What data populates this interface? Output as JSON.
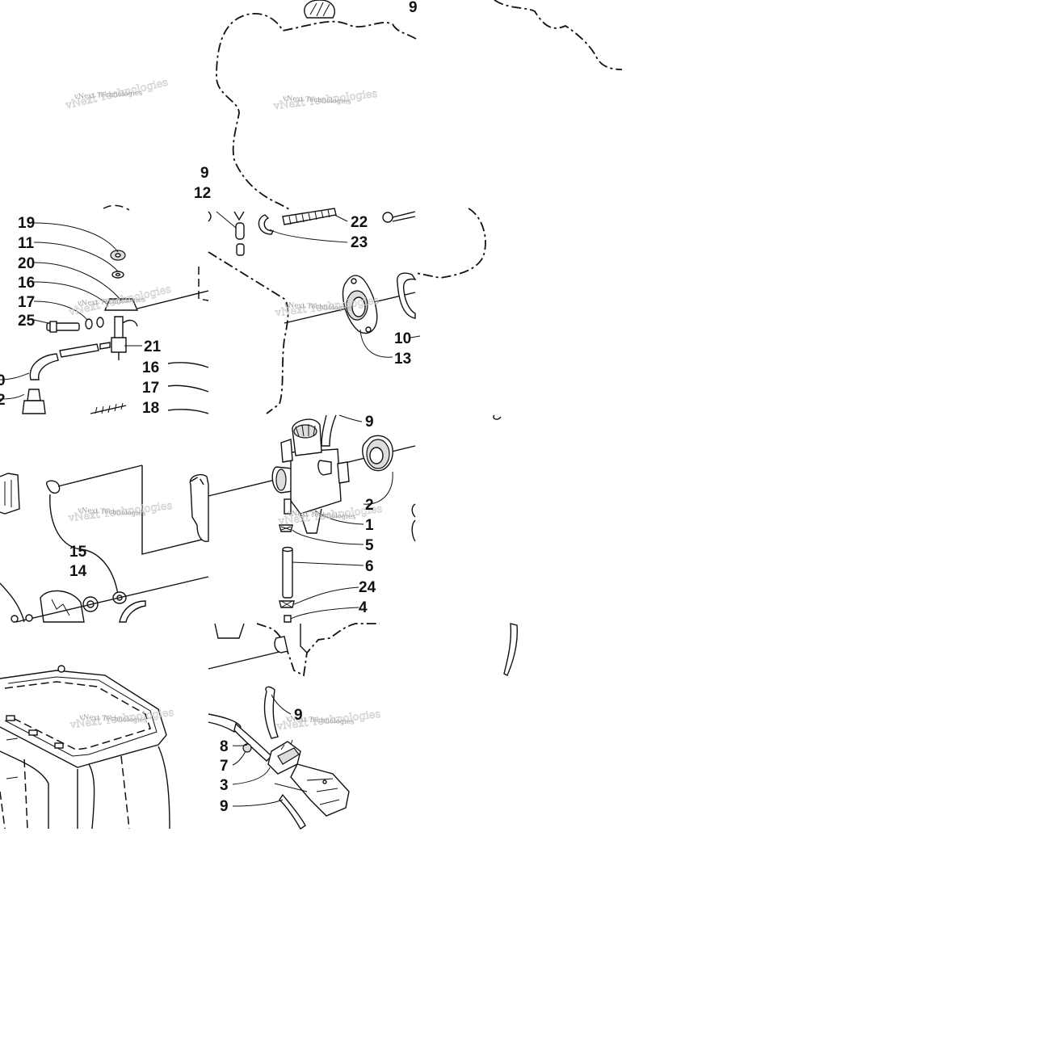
{
  "watermark": {
    "text": "vNext Technologies",
    "color": "#9a9a9a"
  },
  "callouts": {
    "c9_top": "9",
    "c9_a": "9",
    "c12": "12",
    "c19": "19",
    "c11": "11",
    "c20": "20",
    "c16_a": "16",
    "c17_a": "17",
    "c25": "25",
    "c21": "21",
    "c16_b": "16",
    "c17_b": "17",
    "c18": "18",
    "c10_left": "0",
    "c2_left": "2",
    "c22": "22",
    "c23": "23",
    "c10": "10",
    "c13": "13",
    "c9_b": "9",
    "c2": "2",
    "c1": "1",
    "c5": "5",
    "c6": "6",
    "c24": "24",
    "c4": "4",
    "c15": "15",
    "c14": "14",
    "c9_c": "9",
    "c8": "8",
    "c7": "7",
    "c3": "3",
    "c9_d": "9"
  }
}
